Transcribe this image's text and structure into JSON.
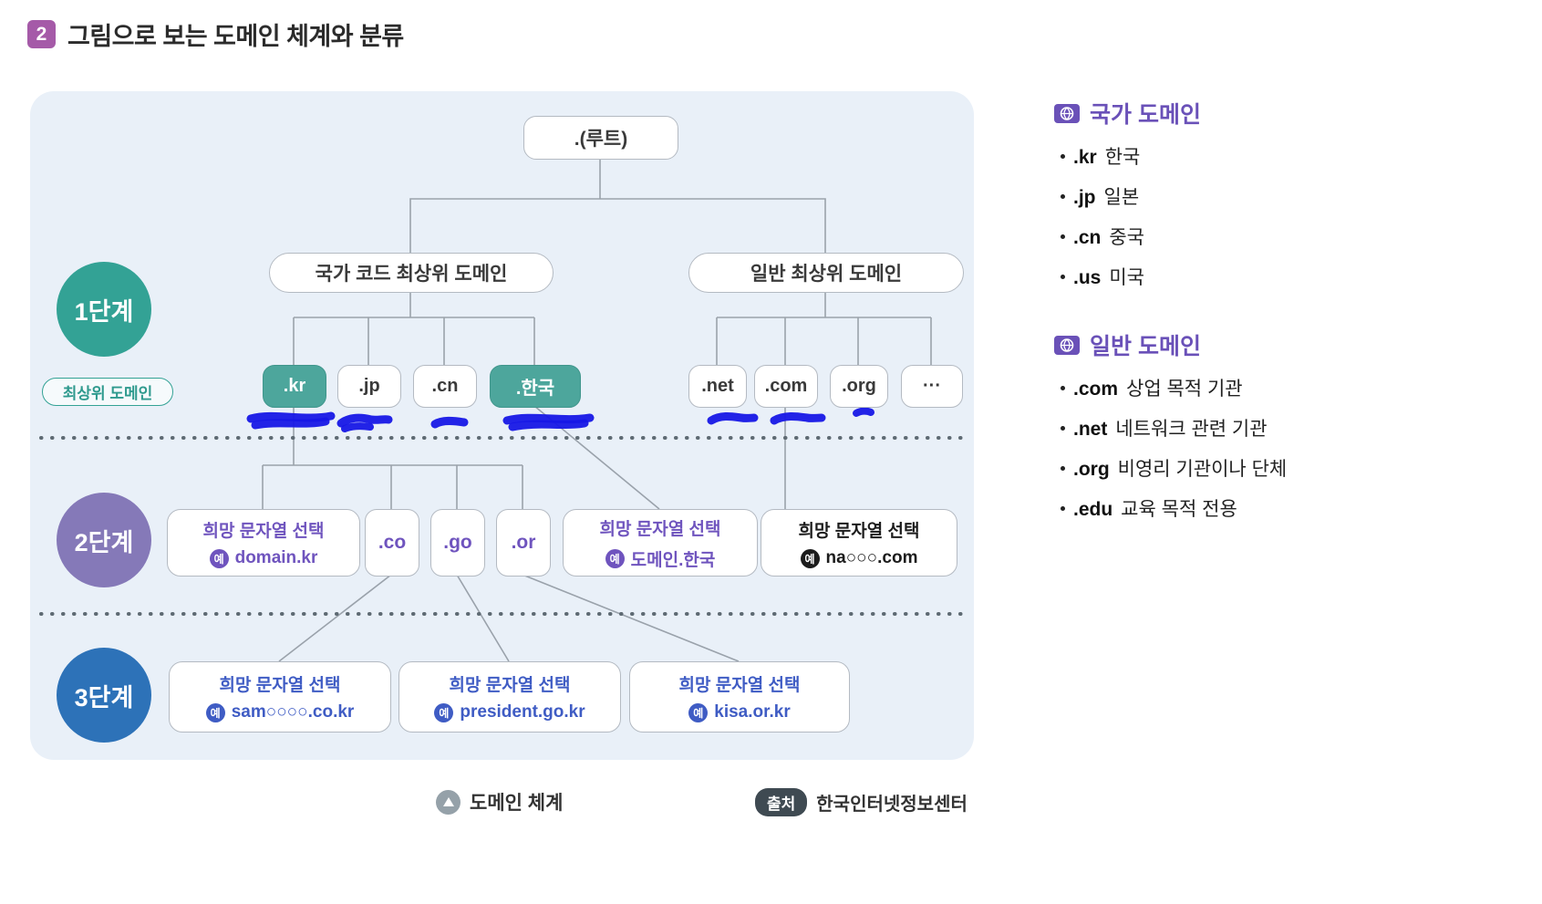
{
  "title": {
    "badge": "2",
    "text": "그림으로 보는 도메인 체계와 분류"
  },
  "tree": {
    "root": ".(루트)",
    "cctld_branch": "국가 코드 최상위 도메인",
    "gtld_branch": "일반 최상위 도메인",
    "cc_tlds": [
      ".kr",
      ".jp",
      ".cn",
      ".한국"
    ],
    "g_tlds": [
      ".net",
      ".com",
      ".org",
      "···"
    ]
  },
  "levels": {
    "l1": "1단계",
    "l2": "2단계",
    "l3": "3단계",
    "top_label": "최상위 도메인"
  },
  "choice_title": "희망 문자열 선택",
  "ex_badge": "예",
  "level2": {
    "kr_example": "domain.kr",
    "mid_tlds": [
      ".co",
      ".go",
      ".or"
    ],
    "hanguk_example": "도메인.한국",
    "com_example": "na○○○.com"
  },
  "level3": {
    "co_example": "sam○○○○.co.kr",
    "go_example": "president.go.kr",
    "or_example": "kisa.or.kr"
  },
  "sidebar": {
    "country": {
      "title": "국가 도메인",
      "items": [
        {
          "code": ".kr",
          "desc": "한국"
        },
        {
          "code": ".jp",
          "desc": "일본"
        },
        {
          "code": ".cn",
          "desc": "중국"
        },
        {
          "code": ".us",
          "desc": "미국"
        }
      ]
    },
    "generic": {
      "title": "일반 도메인",
      "items": [
        {
          "code": ".com",
          "desc": "상업 목적 기관"
        },
        {
          "code": ".net",
          "desc": "네트워크 관련 기관"
        },
        {
          "code": ".org",
          "desc": "비영리 기관이나 단체"
        },
        {
          "code": ".edu",
          "desc": "교육 목적 전용"
        }
      ]
    }
  },
  "footer": {
    "caption": "도메인 체계",
    "source_badge": "출처",
    "source_text": "한국인터넷정보센터"
  },
  "colors": {
    "panel_bg": "#e9f0f8",
    "level1_teal": "#33a295",
    "level2_purple": "#8579b8",
    "level3_blue": "#2d72b8",
    "tld_highlight_teal": "#4da69c",
    "accent_purple": "#6a51b8",
    "marker_blue": "#1717e6",
    "title_badge_purple": "#a55aa8"
  }
}
